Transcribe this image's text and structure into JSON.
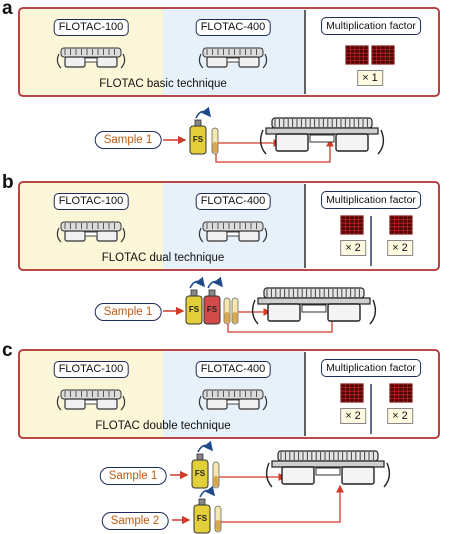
{
  "panels": [
    {
      "letter": "a",
      "label_left": "FLOTAC-100",
      "label_right": "FLOTAC-400",
      "technique": "FLOTAC basic technique",
      "mf_title": "Multiplication factor",
      "factors": [
        "× 1"
      ],
      "samples": [
        "Sample 1"
      ],
      "bottle_labels": [
        "FS"
      ]
    },
    {
      "letter": "b",
      "label_left": "FLOTAC-100",
      "label_right": "FLOTAC-400",
      "technique": "FLOTAC dual technique",
      "mf_title": "Multiplication factor",
      "factors": [
        "× 2",
        "× 2"
      ],
      "samples": [
        "Sample 1"
      ],
      "bottle_labels": [
        "FS",
        "FS"
      ]
    },
    {
      "letter": "c",
      "label_left": "FLOTAC-100",
      "label_right": "FLOTAC-400",
      "technique": "FLOTAC double technique",
      "mf_title": "Multiplication factor",
      "factors": [
        "× 2",
        "× 2"
      ],
      "samples": [
        "Sample 1",
        "Sample 2"
      ],
      "bottle_labels": [
        "FS",
        "FS"
      ]
    }
  ],
  "colors": {
    "frame": "#b03030",
    "left_bg": "#fbf6d8",
    "right_bg": "#e6f1fa",
    "sample_text": "#c25a10",
    "arrow": "#d23a2a",
    "grid": "#8b1a1a",
    "bottle_yellow": "#e2cf3a",
    "bottle_red": "#d24a4a"
  }
}
